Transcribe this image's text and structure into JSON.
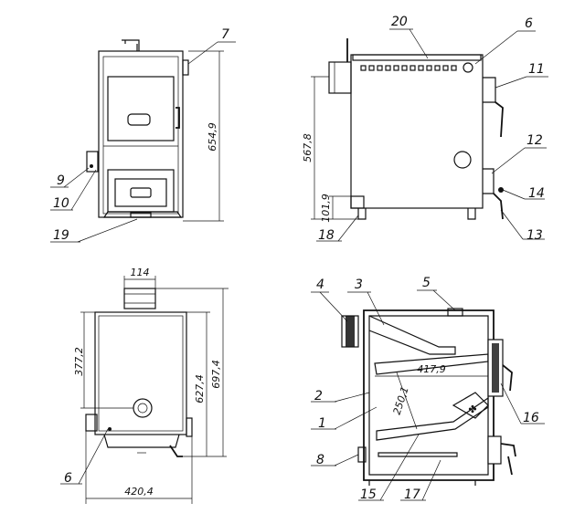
{
  "callouts": {
    "c1": "1",
    "c2": "2",
    "c3": "3",
    "c4": "4",
    "c5": "5",
    "c6_side": "6",
    "c6_rear": "6",
    "c7": "7",
    "c8": "8",
    "c9": "9",
    "c10": "10",
    "c11": "11",
    "c12": "12",
    "c13": "13",
    "c14": "14",
    "c15": "15",
    "c16": "16",
    "c17": "17",
    "c18": "18",
    "c19": "19",
    "c20": "20"
  },
  "dimensions": {
    "front_height": "654,9",
    "side_height": "567,8",
    "side_low": "101,9",
    "rear_flue_width": "114",
    "rear_flue_height": "377,2",
    "rear_height_a": "627,4",
    "rear_height_b": "697,4",
    "rear_width": "420,4",
    "section_width": "417,9",
    "section_height": "250,1"
  }
}
